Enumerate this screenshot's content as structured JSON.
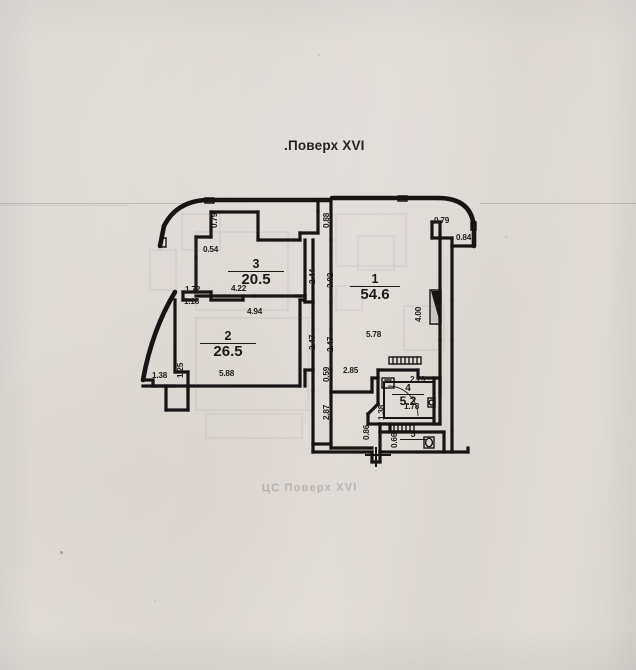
{
  "document": {
    "kind": "scanned-floor-plan",
    "title": ".Поверх XVI",
    "background_color": "#ded9d3",
    "ink_color": "#1d1a16",
    "watermark_text": "ЦС Поверх XVI"
  },
  "rooms": [
    {
      "number": "1",
      "area": "54.6"
    },
    {
      "number": "2",
      "area": "26.5"
    },
    {
      "number": "3",
      "area": "20.5"
    },
    {
      "number": "4",
      "area": "5.2"
    },
    {
      "number": "5",
      "area": ""
    }
  ],
  "dimensions": {
    "top_left_balcony": "0.79",
    "hall_top": "0.88",
    "room3_left": "0.54",
    "room3_width": "4.22",
    "corridor_a": "1.72",
    "corridor_b": "1.18",
    "room3_bottom": "4.94",
    "room3_right_v": "2.44",
    "hall_right_v": "3.02",
    "top_right_a": "0.79",
    "top_right_b": "0.84",
    "room1_right_v": "4.00",
    "room2_bottom": "5.88",
    "room2_left_a": "1.38",
    "room2_left_b": "1.25",
    "room2_right_v": "2.47",
    "corridor_right_v": "2.47",
    "corridor_small_v": "0.59",
    "room1_mid": "5.78",
    "room1_low": "2.85",
    "corridor_low_v": "2.87",
    "bath_top": "2.79",
    "bath_bottom": "1.78",
    "bath_left_v": "1.38",
    "bath_small_v": "0.86",
    "wc_v": "0.66"
  }
}
